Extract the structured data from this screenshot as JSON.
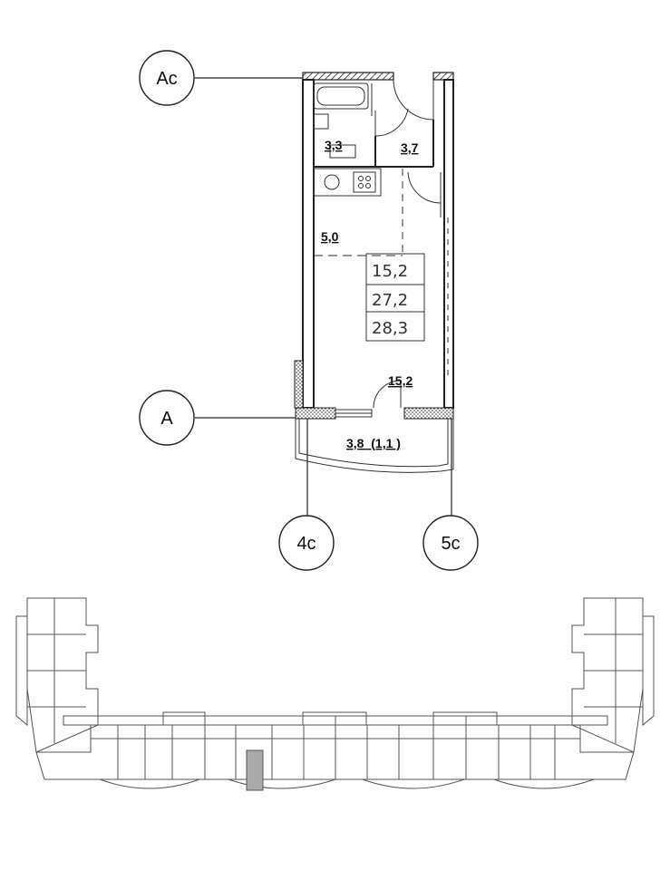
{
  "axis_labels": {
    "ac": "Ас",
    "a": "А",
    "c4": "4с",
    "c5": "5с"
  },
  "rooms": {
    "bathroom": "3,3",
    "hall": "3,7",
    "kitchen": "5,0",
    "living": "15,2",
    "balcony": "3,8  (1,1 )"
  },
  "area_table": [
    "15,2",
    "27,2",
    "28,3"
  ],
  "colors": {
    "line": "#222222",
    "highlight": "#aaaaaa"
  }
}
